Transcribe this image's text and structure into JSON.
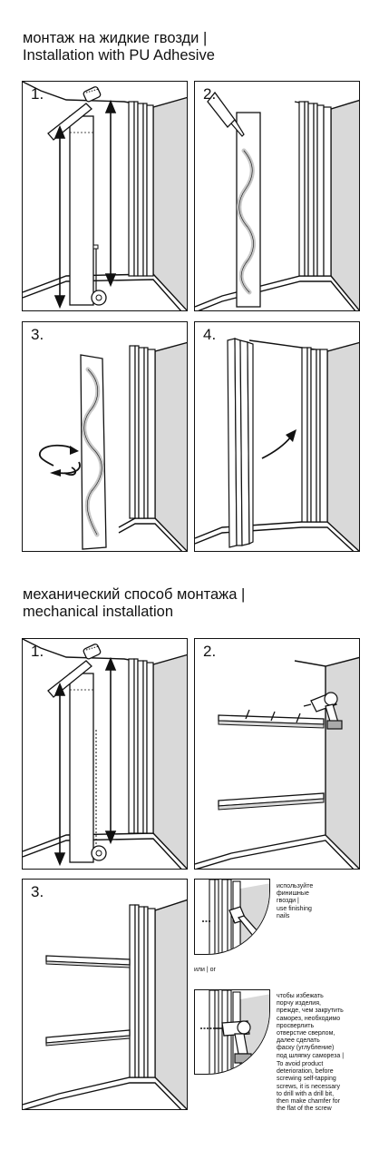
{
  "section1": {
    "title_ru": "монтаж на жидкие гвозди |",
    "title_en": "Installation with PU Adhesive",
    "steps": [
      "1.",
      "2.",
      "3.",
      "4."
    ]
  },
  "section2": {
    "title_ru": "механический способ монтажа |",
    "title_en": "mechanical installation",
    "steps": [
      "1.",
      "2.",
      "3."
    ]
  },
  "notes": {
    "nails": "используйте\nфинишные\nгвозди |\nuse finishing\nnails",
    "or": "или | or",
    "screws_ru": "чтобы избежать\nпорчу изделия,\nпрежде, чем закрутить\nсаморез, необходимо\nпросверлить\nотверстие сверлом,\nдалее сделать\nфаску (углубление)\nпод шляпку самореза |",
    "screws_en": "To avoid product\ndeterioration, before\nscrewing self-tapping\nscrews, it is necessary\nto drill with a drill bit,\nthen make chamfer for\nthe flat of the screw"
  },
  "colors": {
    "wall_side": "#d9d9d9",
    "line": "#111111",
    "adhesive": "#c8c8c8"
  }
}
